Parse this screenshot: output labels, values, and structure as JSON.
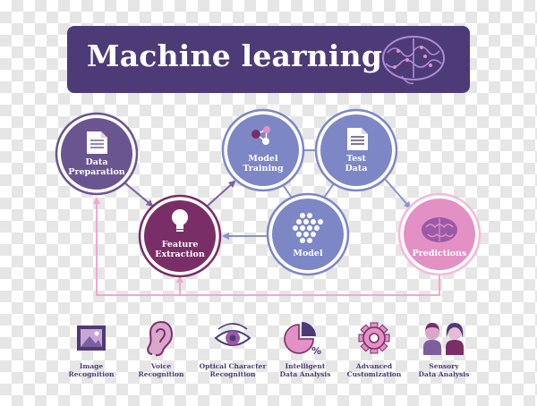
{
  "title": "Machine learning",
  "nodes": {
    "data_preparation": "Data\nPreparation",
    "feature_extraction": "Feature\nExtraction",
    "model_training": "Model\nTraining",
    "test_data": "Test\nData",
    "model": "Model",
    "predictions": "Predictions"
  },
  "applications": [
    {
      "label": "Image\nRecognition",
      "icon": "image-icon"
    },
    {
      "label": "Voice\nRecognition",
      "icon": "ear-icon"
    },
    {
      "label": "Optical Character\nRecognition",
      "icon": "eye-icon"
    },
    {
      "label": "Intelligent\nData Analysis",
      "icon": "pie-chart-icon"
    },
    {
      "label": "Advanced\nCustomization",
      "icon": "gear-icon"
    },
    {
      "label": "Sensory\nData Analysis",
      "icon": "people-icon"
    }
  ],
  "colors": {
    "dark_purple": "#4d3b78",
    "mid_purple": "#7d5f9e",
    "magenta_purple": "#7a2e68",
    "periwinkle": "#7d87c5",
    "pink": "#e391c5",
    "light_pink": "#f6b9d8"
  }
}
